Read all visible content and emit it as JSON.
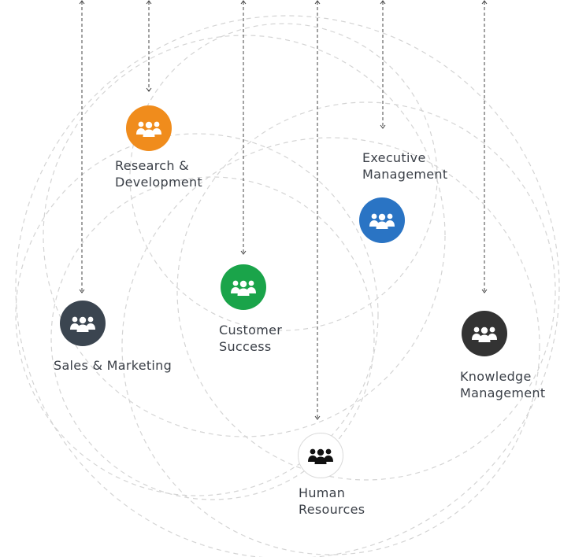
{
  "departments": [
    {
      "id": "research-development",
      "label_lines": [
        "Research &",
        "Development"
      ],
      "color": "#f08c1c",
      "icon": "team-icon"
    },
    {
      "id": "executive-management",
      "label_lines": [
        "Executive",
        "Management"
      ],
      "color": "#2a74c4",
      "icon": "team-icon"
    },
    {
      "id": "customer-success",
      "label_lines": [
        "Customer",
        "Success"
      ],
      "color": "#1aa44a",
      "icon": "team-icon"
    },
    {
      "id": "sales-marketing",
      "label_lines": [
        "Sales & Marketing"
      ],
      "color": "#3b4550",
      "icon": "team-icon"
    },
    {
      "id": "knowledge-management",
      "label_lines": [
        "Knowledge",
        "Management"
      ],
      "color": "#333333",
      "icon": "team-icon"
    },
    {
      "id": "human-resources",
      "label_lines": [
        "Human",
        "Resources"
      ],
      "color": "#ffffff",
      "icon_color": "#111111",
      "icon": "team-icon"
    }
  ],
  "colors": {
    "circle_stroke": "#d4d4d4",
    "connector_stroke": "#444444",
    "label_text": "#3a3f47"
  }
}
